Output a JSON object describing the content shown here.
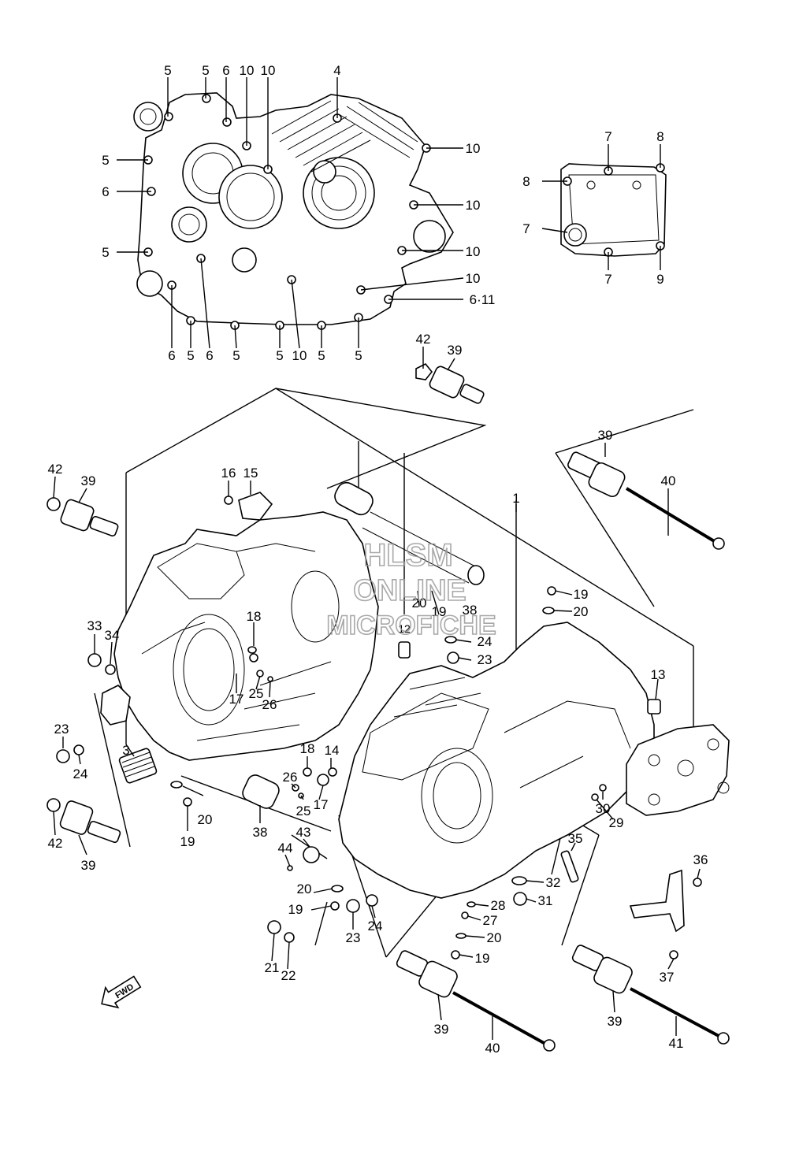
{
  "watermark": {
    "line1": "HLSM",
    "line2": "ONLINE",
    "line3": "MICROFICHE"
  },
  "badge": {
    "text": "FWD"
  },
  "callouts": {
    "top_case": [
      "5",
      "5",
      "6",
      "10",
      "10",
      "4",
      "10",
      "5",
      "10",
      "6",
      "10",
      "5",
      "10",
      "10",
      "6·11",
      "6",
      "5",
      "6",
      "5",
      "5",
      "10",
      "5",
      "5"
    ],
    "cover": [
      "7",
      "8",
      "8",
      "7",
      "7",
      "9"
    ],
    "main": [
      "42",
      "39",
      "39",
      "40",
      "42",
      "39",
      "16",
      "15",
      "1",
      "19",
      "20",
      "20",
      "19",
      "38",
      "12",
      "24",
      "23",
      "13",
      "33",
      "34",
      "18",
      "17",
      "25",
      "26",
      "3",
      "23",
      "24",
      "18",
      "14",
      "26",
      "17",
      "25",
      "20",
      "19",
      "38",
      "43",
      "44",
      "42",
      "39",
      "30",
      "29",
      "35",
      "36",
      "32",
      "28",
      "31",
      "27",
      "20",
      "19",
      "20",
      "19",
      "21",
      "22",
      "23",
      "24",
      "37",
      "39",
      "40",
      "39",
      "41"
    ]
  }
}
